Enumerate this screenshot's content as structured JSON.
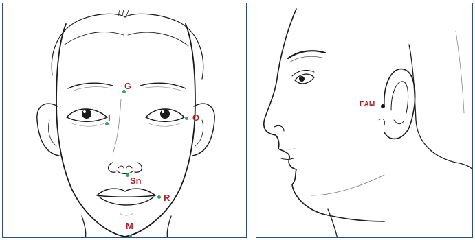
{
  "frontal_view": {
    "landmarks": [
      {
        "id": "G",
        "label": "G"
      },
      {
        "id": "I",
        "label": "I"
      },
      {
        "id": "O",
        "label": "O"
      },
      {
        "id": "Sn",
        "label": "Sn"
      },
      {
        "id": "R",
        "label": "R"
      },
      {
        "id": "M",
        "label": "M"
      }
    ]
  },
  "profile_view": {
    "landmarks": [
      {
        "id": "EAM",
        "label": "EAM"
      }
    ]
  },
  "colors": {
    "border": "#2f4f72",
    "label": "#a3242d",
    "landmark_dot": "#2fa84f",
    "profile_dot": "#111111"
  }
}
